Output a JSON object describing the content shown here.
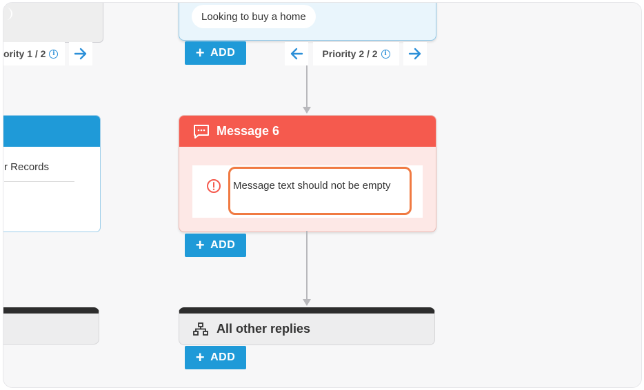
{
  "flow": {
    "top_reply_pill": "Looking to buy a home",
    "add_label": "ADD",
    "priority_left_partial": "ority 1 / 2",
    "priority_center": "Priority 2 / 2",
    "left_card_text": "r Records",
    "message_card": {
      "title": "Message 6",
      "error_text": "Message text should not be empty"
    },
    "other_replies_title": "All other replies"
  },
  "colors": {
    "add_button": "#1f9ad8",
    "message_header": "#f55a4e",
    "error_outline": "#f07a42",
    "info_icon": "#2b8fd8"
  },
  "icons": {
    "info": "info-icon",
    "arrow_left": "arrow-left-icon",
    "arrow_right": "arrow-right-icon",
    "message": "message-icon",
    "error": "error-icon",
    "sitemap": "sitemap-icon",
    "plus": "plus-icon"
  }
}
